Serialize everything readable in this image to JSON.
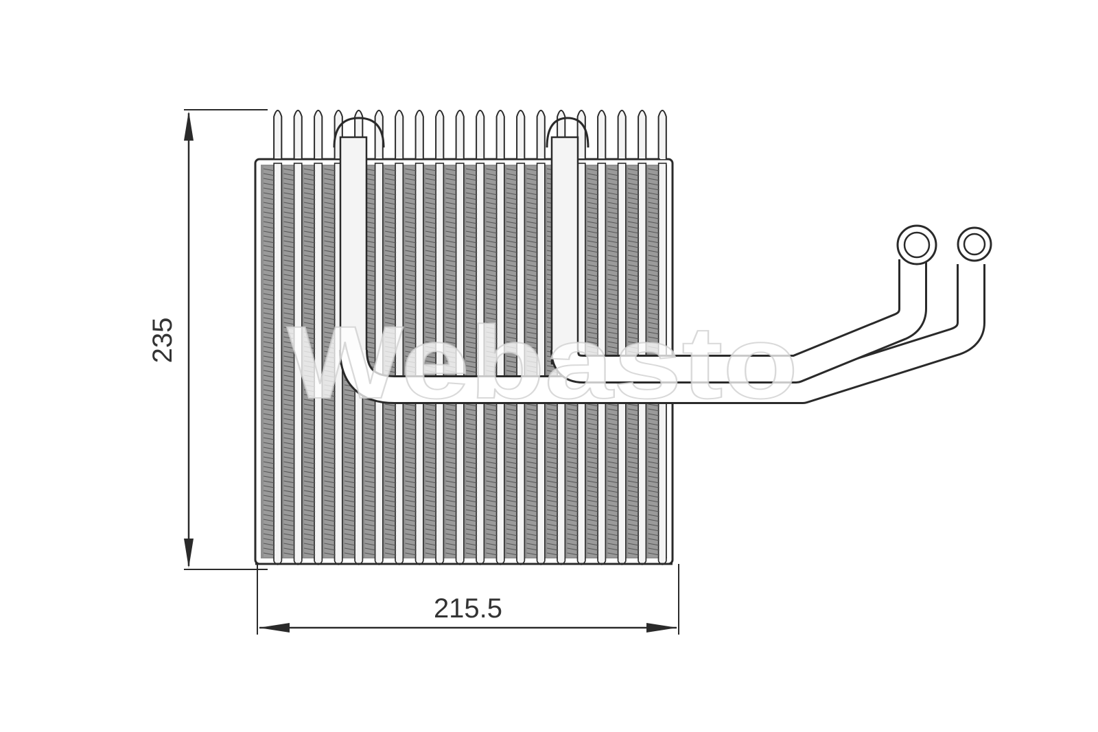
{
  "drawing": {
    "height_dimension": "235",
    "width_dimension": "215.5",
    "watermark": "Webasto"
  },
  "colors": {
    "line": "#2a2a2a",
    "fin_fill": "#9a9a9a",
    "fin_dark": "#555555",
    "tube_fill": "#f4f4f4",
    "watermark": "#e6e6e6"
  }
}
